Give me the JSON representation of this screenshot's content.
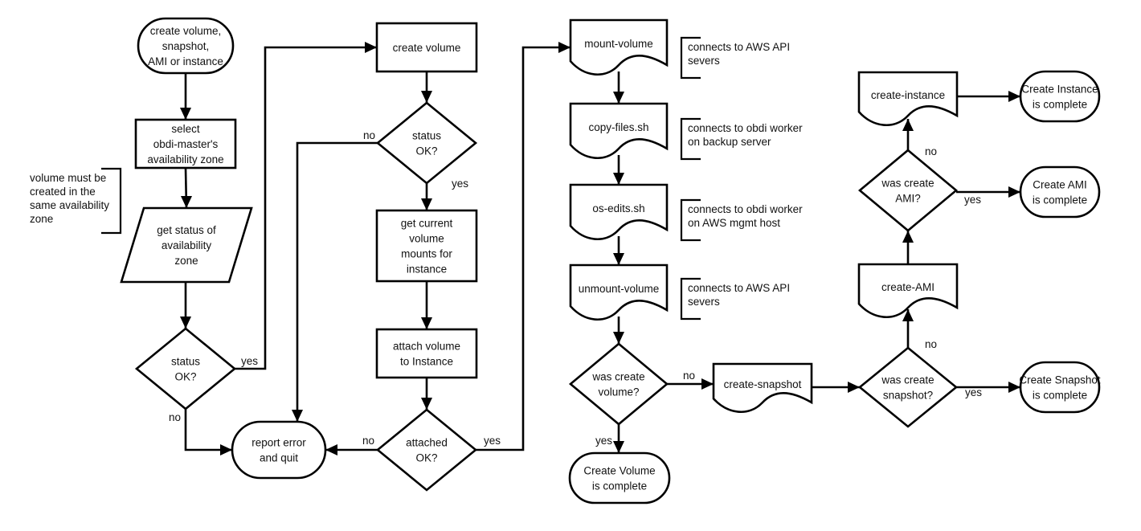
{
  "colors": {
    "stroke": "#000000",
    "fill": "#ffffff",
    "text": "#111111"
  },
  "nodes": {
    "start": {
      "shape": "terminator",
      "lines": [
        "create volume,",
        "snapshot,",
        "AMI or instance"
      ]
    },
    "select_zone": {
      "shape": "process",
      "lines": [
        "select",
        "obdi-master's",
        "availability zone"
      ]
    },
    "get_zone_status": {
      "shape": "data",
      "lines": [
        "get status of",
        "availability",
        "zone"
      ]
    },
    "zone_status_ok": {
      "shape": "decision",
      "lines": [
        "status",
        "OK?"
      ]
    },
    "report_error": {
      "shape": "terminator",
      "lines": [
        "report error",
        "and quit"
      ]
    },
    "create_volume": {
      "shape": "process",
      "lines": [
        "create volume"
      ]
    },
    "volume_status_ok": {
      "shape": "decision",
      "lines": [
        "status",
        "OK?"
      ]
    },
    "get_mounts": {
      "shape": "process",
      "lines": [
        "get current",
        "volume",
        "mounts for",
        "instance"
      ]
    },
    "attach_volume": {
      "shape": "process",
      "lines": [
        "attach volume",
        "to Instance"
      ]
    },
    "attached_ok": {
      "shape": "decision",
      "lines": [
        "attached",
        "OK?"
      ]
    },
    "mount_volume": {
      "shape": "document",
      "lines": [
        "mount-volume"
      ]
    },
    "copy_files": {
      "shape": "document",
      "lines": [
        "copy-files.sh"
      ]
    },
    "os_edits": {
      "shape": "document",
      "lines": [
        "os-edits.sh"
      ]
    },
    "unmount_volume": {
      "shape": "document",
      "lines": [
        "unmount-volume"
      ]
    },
    "was_create_volume": {
      "shape": "decision",
      "lines": [
        "was create",
        "volume?"
      ]
    },
    "volume_complete": {
      "shape": "terminator",
      "lines": [
        "Create Volume",
        "is complete"
      ]
    },
    "create_snapshot": {
      "shape": "document",
      "lines": [
        "create-snapshot"
      ]
    },
    "was_create_snapshot": {
      "shape": "decision",
      "lines": [
        "was create",
        "snapshot?"
      ]
    },
    "snapshot_complete": {
      "shape": "terminator",
      "lines": [
        "Create Snapshot",
        "is complete"
      ]
    },
    "create_ami": {
      "shape": "document",
      "lines": [
        "create-AMI"
      ]
    },
    "was_create_ami": {
      "shape": "decision",
      "lines": [
        "was create",
        "AMI?"
      ]
    },
    "ami_complete": {
      "shape": "terminator",
      "lines": [
        "Create AMI",
        "is complete"
      ]
    },
    "create_instance": {
      "shape": "document",
      "lines": [
        "create-instance"
      ]
    },
    "instance_complete": {
      "shape": "terminator",
      "lines": [
        "Create Instance",
        "is complete"
      ]
    }
  },
  "annotations": {
    "zone_note": [
      "volume must be",
      "created in the",
      "same availability",
      "zone"
    ],
    "mount_note": [
      "connects to AWS API",
      "severs"
    ],
    "copy_note": [
      "connects to obdi worker",
      "on backup server"
    ],
    "os_note": [
      "connects to obdi worker",
      "on AWS mgmt host"
    ],
    "unmount_note": [
      "connects to AWS API",
      "severs"
    ]
  },
  "edges": [
    {
      "id": "start-select",
      "label": ""
    },
    {
      "id": "select-getzone",
      "label": ""
    },
    {
      "id": "getzone-zoneok",
      "label": ""
    },
    {
      "id": "zoneok-createvol",
      "label": "yes"
    },
    {
      "id": "zoneok-error",
      "label": "no"
    },
    {
      "id": "createvol-volok",
      "label": ""
    },
    {
      "id": "volok-getmounts",
      "label": "yes"
    },
    {
      "id": "volok-error",
      "label": "no"
    },
    {
      "id": "getmounts-attach",
      "label": ""
    },
    {
      "id": "attach-attachedok",
      "label": ""
    },
    {
      "id": "attachedok-error",
      "label": "no"
    },
    {
      "id": "attachedok-mount",
      "label": "yes"
    },
    {
      "id": "mount-copy",
      "label": ""
    },
    {
      "id": "copy-os",
      "label": ""
    },
    {
      "id": "os-unmount",
      "label": ""
    },
    {
      "id": "unmount-wasvol",
      "label": ""
    },
    {
      "id": "wasvol-volcomplete",
      "label": "yes"
    },
    {
      "id": "wasvol-snapshot",
      "label": "no"
    },
    {
      "id": "snapshot-wassnap",
      "label": ""
    },
    {
      "id": "wassnap-snapcomplete",
      "label": "yes"
    },
    {
      "id": "wassnap-ami",
      "label": "no"
    },
    {
      "id": "ami-wasami",
      "label": ""
    },
    {
      "id": "wasami-amicomplete",
      "label": "yes"
    },
    {
      "id": "wasami-instance",
      "label": "no"
    },
    {
      "id": "instance-instcomplete",
      "label": ""
    }
  ]
}
